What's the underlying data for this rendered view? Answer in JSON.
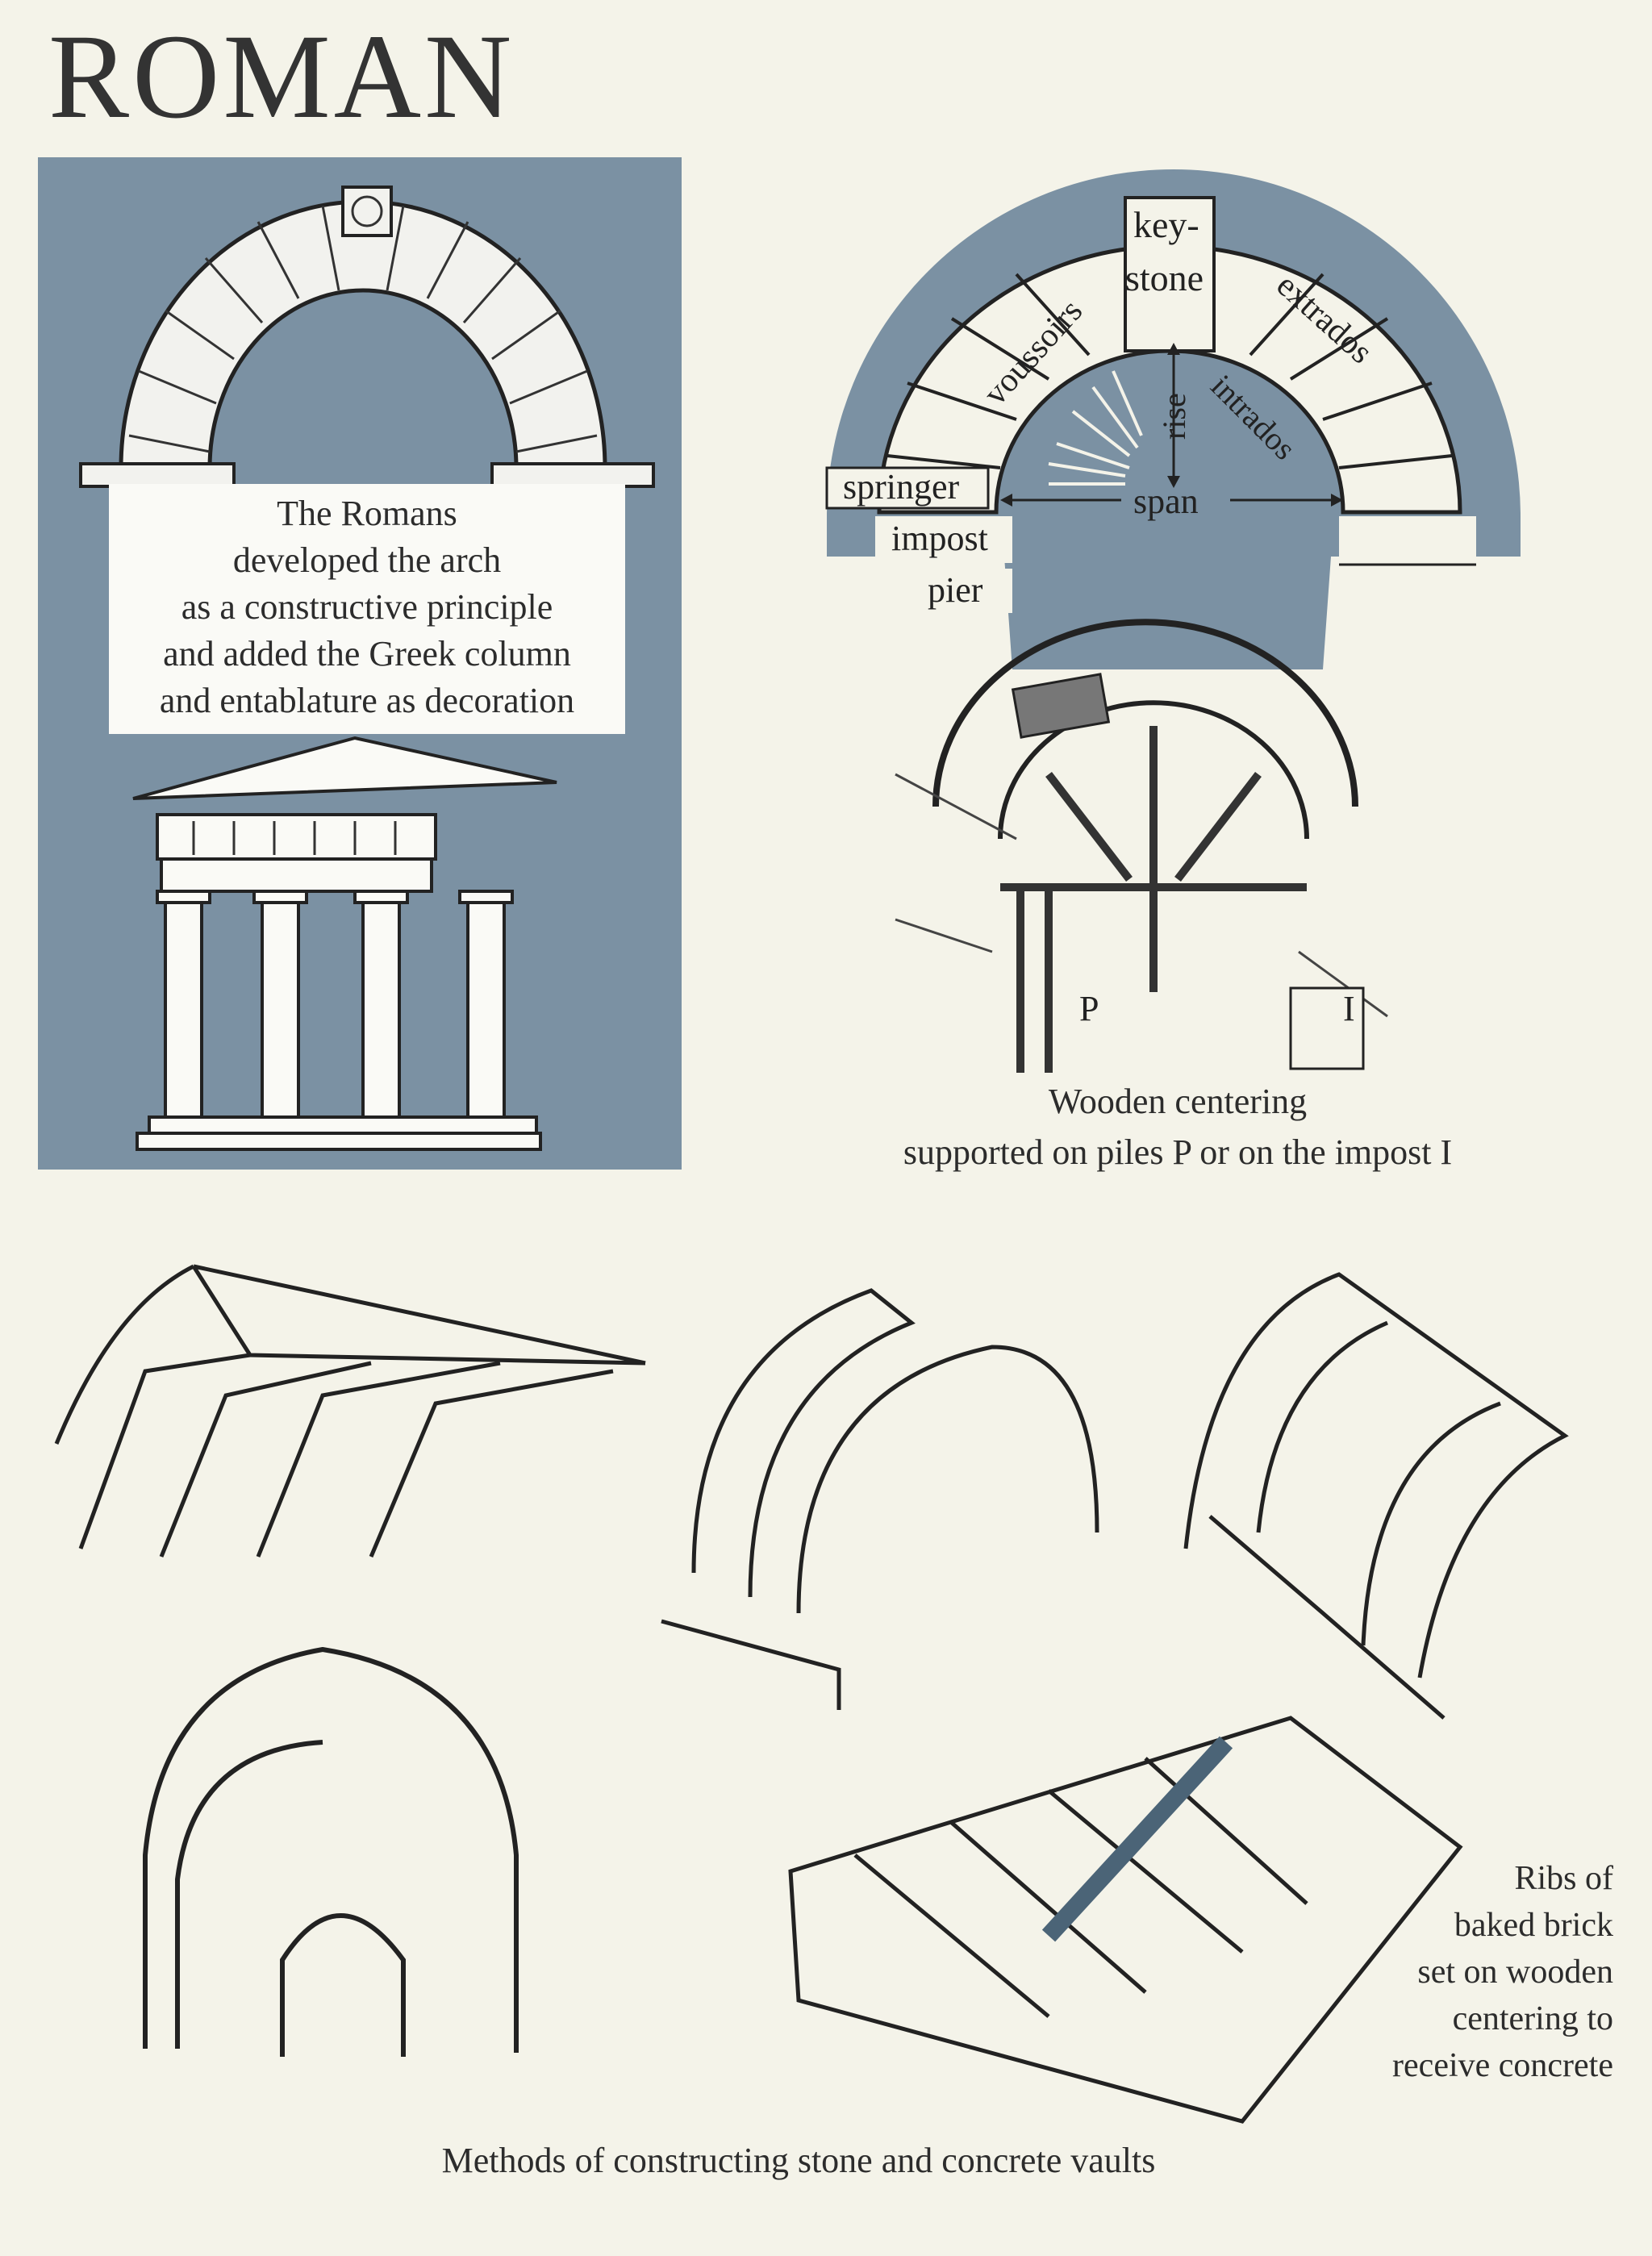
{
  "title": "ROMAN",
  "intro": {
    "lines": [
      "The Romans",
      "developed the arch",
      "as a constructive principle",
      "and added the Greek column",
      "and entablature as decoration"
    ]
  },
  "arch_labels": {
    "key": "key-",
    "stone": "stone",
    "extrados": "extrados",
    "voussoirs": "voussoirs",
    "intrados": "intrados",
    "rise": "rise",
    "springer": "springer",
    "span": "span",
    "impost": "impost",
    "pier": "pier"
  },
  "centering": {
    "label_p": "P",
    "label_i": "I",
    "caption_line1": "Wooden centering",
    "caption_line2": "supported on piles P   or on the impost  I"
  },
  "ribs": {
    "lines": [
      "Ribs of",
      "baked brick",
      "set on wooden",
      "centering to",
      "receive concrete"
    ]
  },
  "bottom_caption": "Methods of constructing stone and concrete vaults",
  "colors": {
    "panel_blue": "#7b91a3",
    "paper": "#f4f3e9",
    "ink": "#2a2a2a"
  }
}
